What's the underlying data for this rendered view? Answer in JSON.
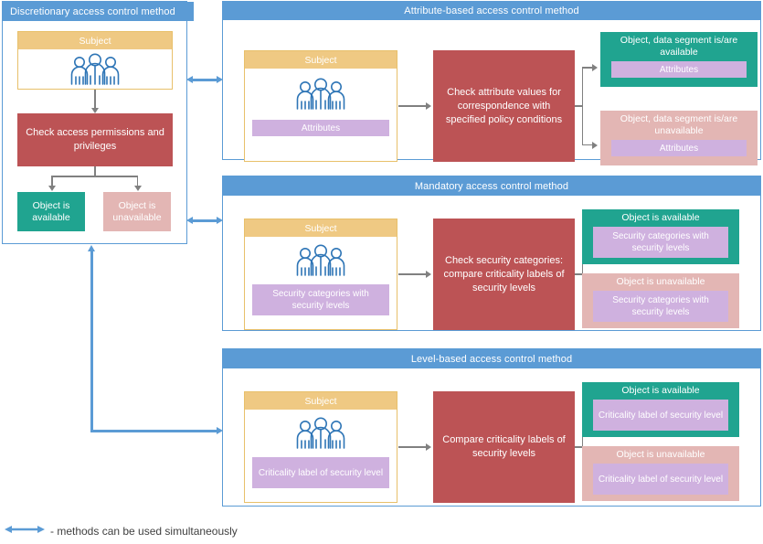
{
  "diagram": {
    "title_hidden": "",
    "colors": {
      "panel_border": "#5B9BD5",
      "panel_header": "#5B9BD5",
      "subject_header": "#EFC983",
      "subject_border": "#E8C06A",
      "process": "#BC5355",
      "available": "#20A490",
      "unavailable": "#E3B6B4",
      "attribute_tag": "#CFB1DF",
      "flow_arrow": "#808080",
      "connector_arrow": "#5B9BD5",
      "legend_text": "#404040"
    }
  },
  "panels": {
    "discretionary": {
      "header": "Discretionary access control method",
      "subject_label": "Subject",
      "subject_icon": "three-people-icon",
      "process": "Check access permissions and privileges",
      "result_available": "Object is available",
      "result_unavailable": "Object is unavailable"
    },
    "attribute": {
      "header": "Attribute-based access control method",
      "subject_label": "Subject",
      "subject_icon": "three-people-icon",
      "subject_tag": "Attributes",
      "process": "Check attribute values for correspondence with specified policy conditions",
      "result_available": "Object, data segment is/are available",
      "result_available_tag": "Attributes",
      "result_unavailable": "Object, data segment is/are unavailable",
      "result_unavailable_tag": "Attributes"
    },
    "mandatory": {
      "header": "Mandatory access control method",
      "subject_label": "Subject",
      "subject_icon": "three-people-icon",
      "subject_tag": "Security categories with security levels",
      "process": "Check security categories: compare criticality labels of security levels",
      "result_available": "Object is available",
      "result_available_tag": "Security categories with security levels",
      "result_unavailable": "Object is unavailable",
      "result_unavailable_tag": "Security categories with security levels"
    },
    "level": {
      "header": "Level-based access control method",
      "subject_label": "Subject",
      "subject_icon": "three-people-icon",
      "subject_tag": "Criticality label of security level",
      "process": "Compare criticality labels of security levels",
      "result_available": "Object is available",
      "result_available_tag": "Criticality label of security level",
      "result_unavailable": "Object is unavailable",
      "result_unavailable_tag": "Criticality label of security level"
    }
  },
  "legend": {
    "icon": "double-headed-arrow-icon",
    "text": "- methods can be used simultaneously"
  }
}
